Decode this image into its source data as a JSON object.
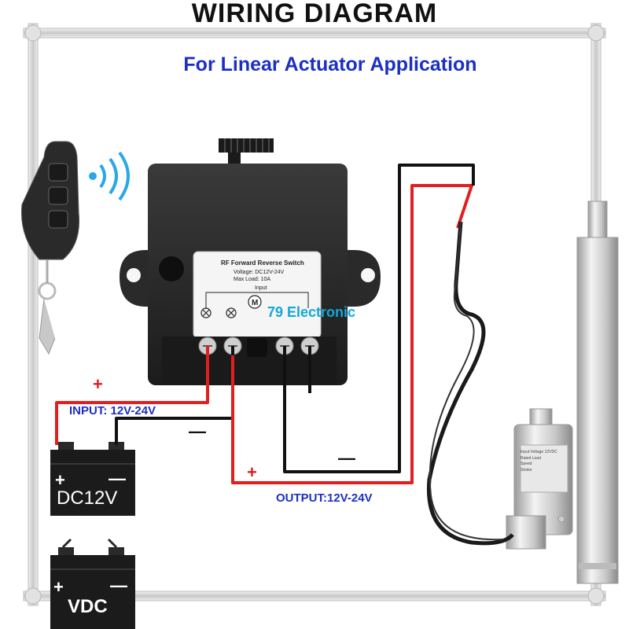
{
  "title": "WIRING DIAGRAM",
  "subtitle": "For Linear Actuator Application",
  "watermark": "79 Electronic",
  "module": {
    "label_title": "RF Forward Reverse Switch",
    "voltage": "Voltage: DC12V-24V",
    "max_load": "Max Load: 10A",
    "input_caption": "Input"
  },
  "input": {
    "label": "INPUT: 12V-24V",
    "plus": "+",
    "minus": "—"
  },
  "output": {
    "label": "OUTPUT:12V-24V",
    "plus": "+",
    "minus": "—"
  },
  "batteries": [
    {
      "label": "DC12V",
      "plus": "+",
      "minus": "—"
    },
    {
      "label": "VDC",
      "plus": "+",
      "minus": "—"
    }
  ],
  "actuator": {
    "spec_lines": [
      "Input Voltage 12VDC",
      "Rated Load",
      "Speed",
      "Stroke"
    ]
  },
  "colors": {
    "title": "#111111",
    "subtitle": "#1c2fc4",
    "positive_wire": "#e11f1f",
    "negative_wire": "#111111",
    "watermark": "#12a8d8",
    "frame": "#d2d2d2"
  },
  "icons": [
    "remote-control-icon",
    "wireless-signal-icon",
    "motor-icon",
    "lamp-icon"
  ]
}
